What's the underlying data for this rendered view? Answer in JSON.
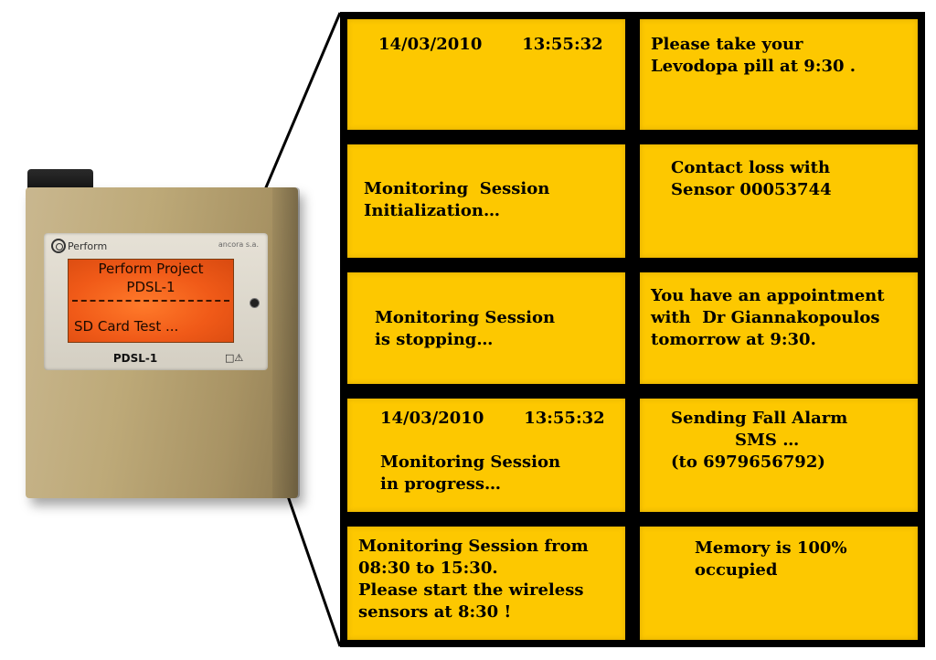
{
  "device": {
    "brand_left": "Perform",
    "brand_right": "ancora s.a.",
    "lcd_line1": "Perform Project",
    "lcd_line2": "PDSL-1",
    "lcd_line3": "SD Card Test ...",
    "label": "PDSL-1",
    "warning_icons": "□⚠"
  },
  "screens": [
    {
      "id": "date-time",
      "lines": [
        "14/03/2010       13:55:32"
      ]
    },
    {
      "id": "levodopa-reminder",
      "lines": [
        "Please take your",
        "Levodopa pill at 9:30 ."
      ]
    },
    {
      "id": "session-initialization",
      "lines": [
        "Monitoring  Session",
        "Initialization…"
      ]
    },
    {
      "id": "contact-loss",
      "lines": [
        "Contact loss with",
        "Sensor 00053744"
      ]
    },
    {
      "id": "session-stopping",
      "lines": [
        "Monitoring Session",
        "is stopping…"
      ]
    },
    {
      "id": "appointment",
      "lines": [
        "You have an appointment",
        "with  Dr Giannakopoulos",
        "tomorrow at 9:30."
      ]
    },
    {
      "id": "session-in-progress",
      "lines": [
        "14/03/2010       13:55:32",
        "Monitoring Session",
        "in progress…"
      ]
    },
    {
      "id": "fall-alarm",
      "lines": [
        "Sending Fall Alarm",
        "SMS …",
        "(to 6979656792)"
      ]
    },
    {
      "id": "session-schedule",
      "lines": [
        "Monitoring Session from",
        "08:30 to 15:30.",
        "Please start the wireless",
        "sensors at 8:30 !"
      ]
    },
    {
      "id": "memory-full",
      "lines": [
        "Memory is 100%",
        "occupied"
      ]
    }
  ]
}
